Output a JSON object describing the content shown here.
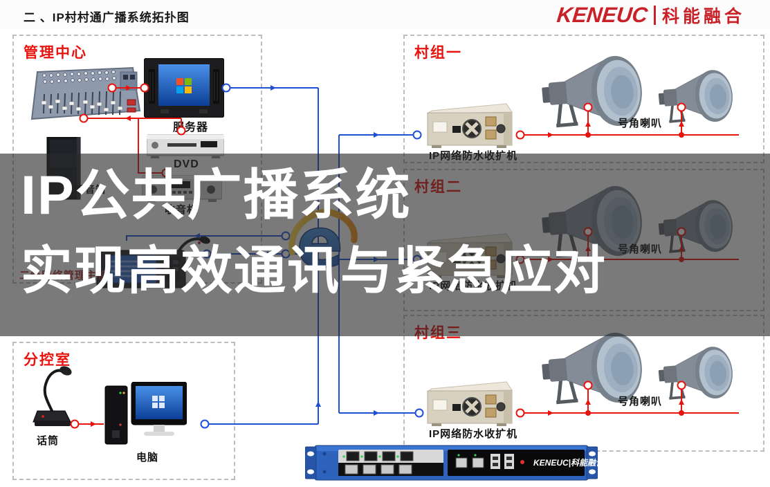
{
  "header": {
    "title": "二 、IP村村通广播系统拓扑图",
    "brand_en": "KENEUC",
    "brand_cn": "科能融合"
  },
  "overlay": {
    "line1": "IP公共广播系统",
    "line2": "实现高效通讯与紧急应对"
  },
  "management": {
    "label": "管理中心",
    "server_label": "服务器",
    "speaker_label": "监听音箱",
    "dvd_label": "DVD",
    "radio_label": "收音机",
    "console_label": "二级网络管理主机"
  },
  "subcontrol": {
    "label": "分控室",
    "mic_label": "话筒",
    "pc_label": "电脑"
  },
  "villages": {
    "v1": {
      "label": "村组一",
      "amp_label": "IP网络防水收扩机",
      "horn_label": "号角喇叭"
    },
    "v2": {
      "label": "村组二",
      "amp_label": "IP网络防水收扩机",
      "horn_label": "号角喇叭"
    },
    "v3": {
      "label": "村组三",
      "amp_label": "IP网络防水收扩机",
      "horn_label": "号角喇叭"
    }
  },
  "switch": {
    "brand": "KENEUC|科能融合"
  },
  "colors": {
    "accent_red": "#e8130c",
    "line_blue": "#1d4fd7",
    "brand_red": "#c82128",
    "overlay": "rgba(40,40,40,0.62)"
  }
}
